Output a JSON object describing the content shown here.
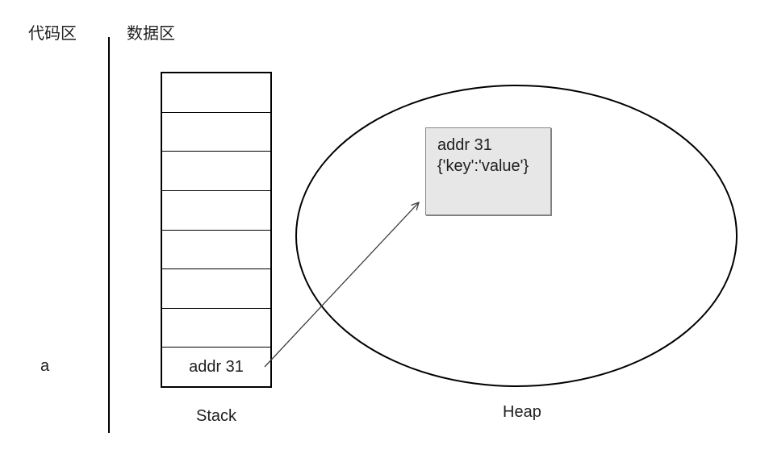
{
  "regions": {
    "code_area_label": "代码区",
    "data_area_label": "数据区"
  },
  "stack": {
    "variable_label": "a",
    "cells": [
      "",
      "",
      "",
      "",
      "",
      "",
      "",
      "addr 31"
    ],
    "caption": "Stack"
  },
  "heap": {
    "caption": "Heap",
    "object": {
      "address": "addr 31",
      "value": "{'key':'value'}"
    }
  },
  "arrow": {
    "from": "stack cell addr 31",
    "to": "heap object addr 31"
  },
  "colors": {
    "background": "#ffffff",
    "outline": "#000000",
    "arrow": "#3d3d3d",
    "heap_object_fill": "#e7e7e7",
    "heap_object_border": "#8a8a8a",
    "text": "#1f1f1f"
  }
}
